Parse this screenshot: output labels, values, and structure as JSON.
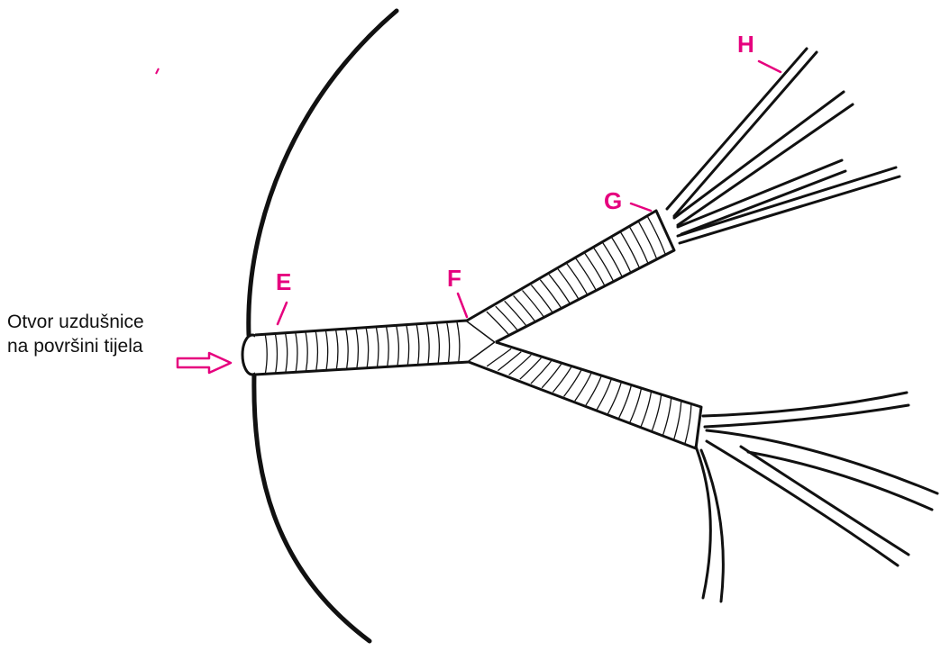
{
  "caption": {
    "line1": "Otvor uzdušnice",
    "line2": "na površini tijela"
  },
  "labels": {
    "E": "E",
    "F": "F",
    "G": "G",
    "H": "H"
  },
  "colors": {
    "label": "#e6007e",
    "outline": "#111111"
  }
}
